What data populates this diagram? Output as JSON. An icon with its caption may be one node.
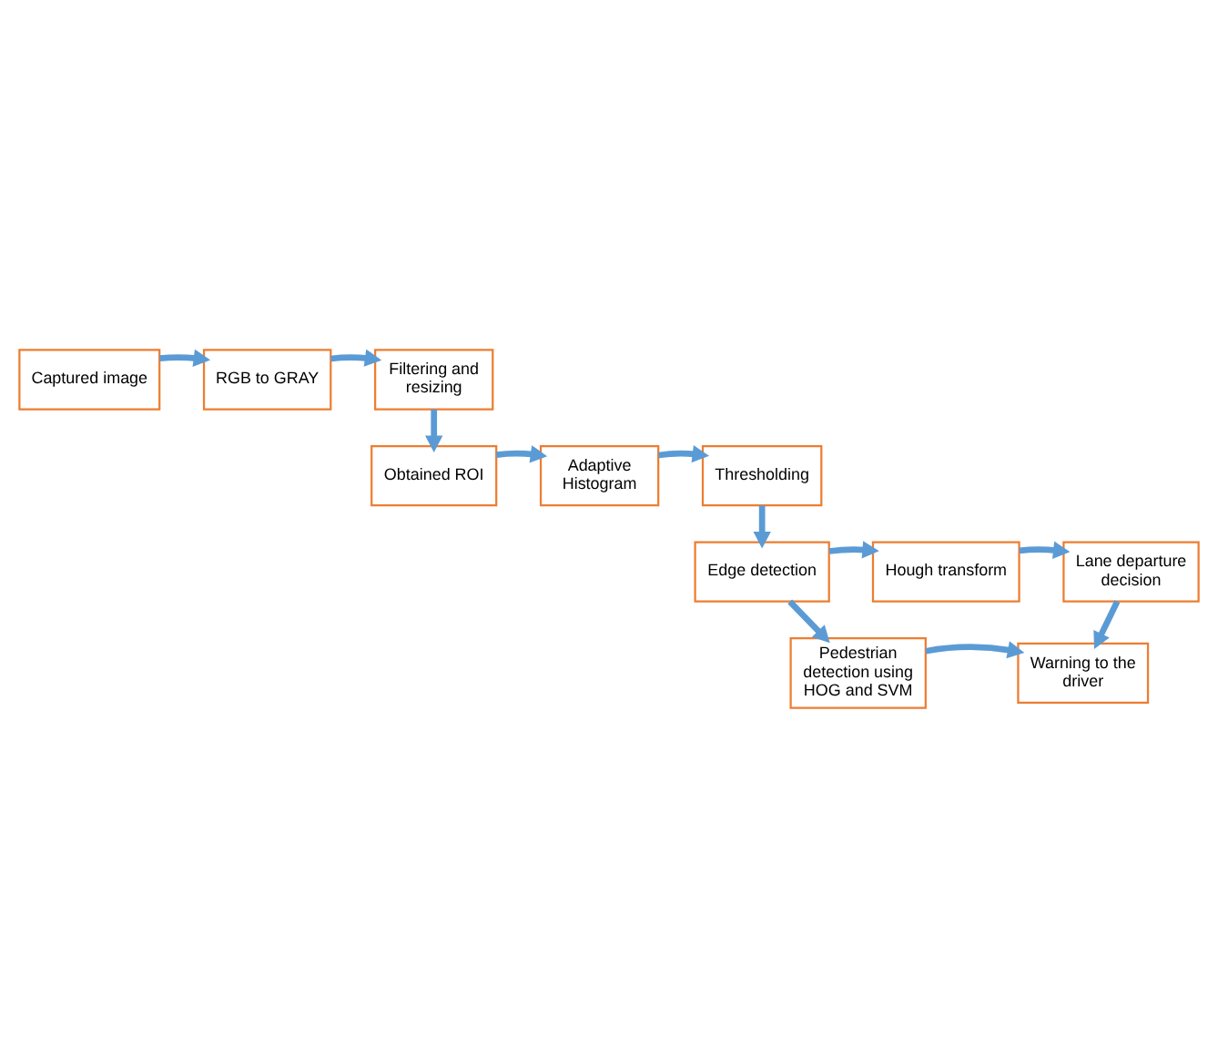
{
  "diagram": {
    "nodes": [
      {
        "text": [
          "Captured image"
        ]
      },
      {
        "text": [
          "RGB to GRAY"
        ]
      },
      {
        "text": [
          "Filtering and resizing"
        ]
      },
      {
        "text": [
          "Obtained ROI"
        ]
      },
      {
        "text": [
          "Adaptive Histogram"
        ]
      },
      {
        "text": [
          "Thresholding"
        ]
      },
      {
        "text": [
          "Edge detection"
        ]
      },
      {
        "text": [
          "Hough transform"
        ]
      },
      {
        "text": [
          "Lane departure decision"
        ]
      },
      {
        "text": [
          "Pedestrian detection using HOG and SVM"
        ]
      },
      {
        "text": [
          "Warning to the driver"
        ]
      }
    ],
    "edges": [
      {
        "from": 0,
        "to": 1,
        "arrow": "to"
      },
      {
        "from": 1,
        "to": 2,
        "arrow": "to"
      },
      {
        "from": 2,
        "to": 3,
        "arrow": "to"
      },
      {
        "from": 3,
        "to": 4,
        "arrow": "to"
      },
      {
        "from": 4,
        "to": 5,
        "arrow": "to"
      },
      {
        "from": 5,
        "to": 6,
        "arrow": "to"
      },
      {
        "from": 6,
        "to": 7,
        "arrow": "to"
      },
      {
        "from": 7,
        "to": 8,
        "arrow": "to"
      },
      {
        "from": 6,
        "to": 9,
        "arrow": "to"
      },
      {
        "from": 8,
        "to": 10,
        "arrow": "to"
      },
      {
        "from": 9,
        "to": 10,
        "arrow": "to"
      }
    ]
  }
}
